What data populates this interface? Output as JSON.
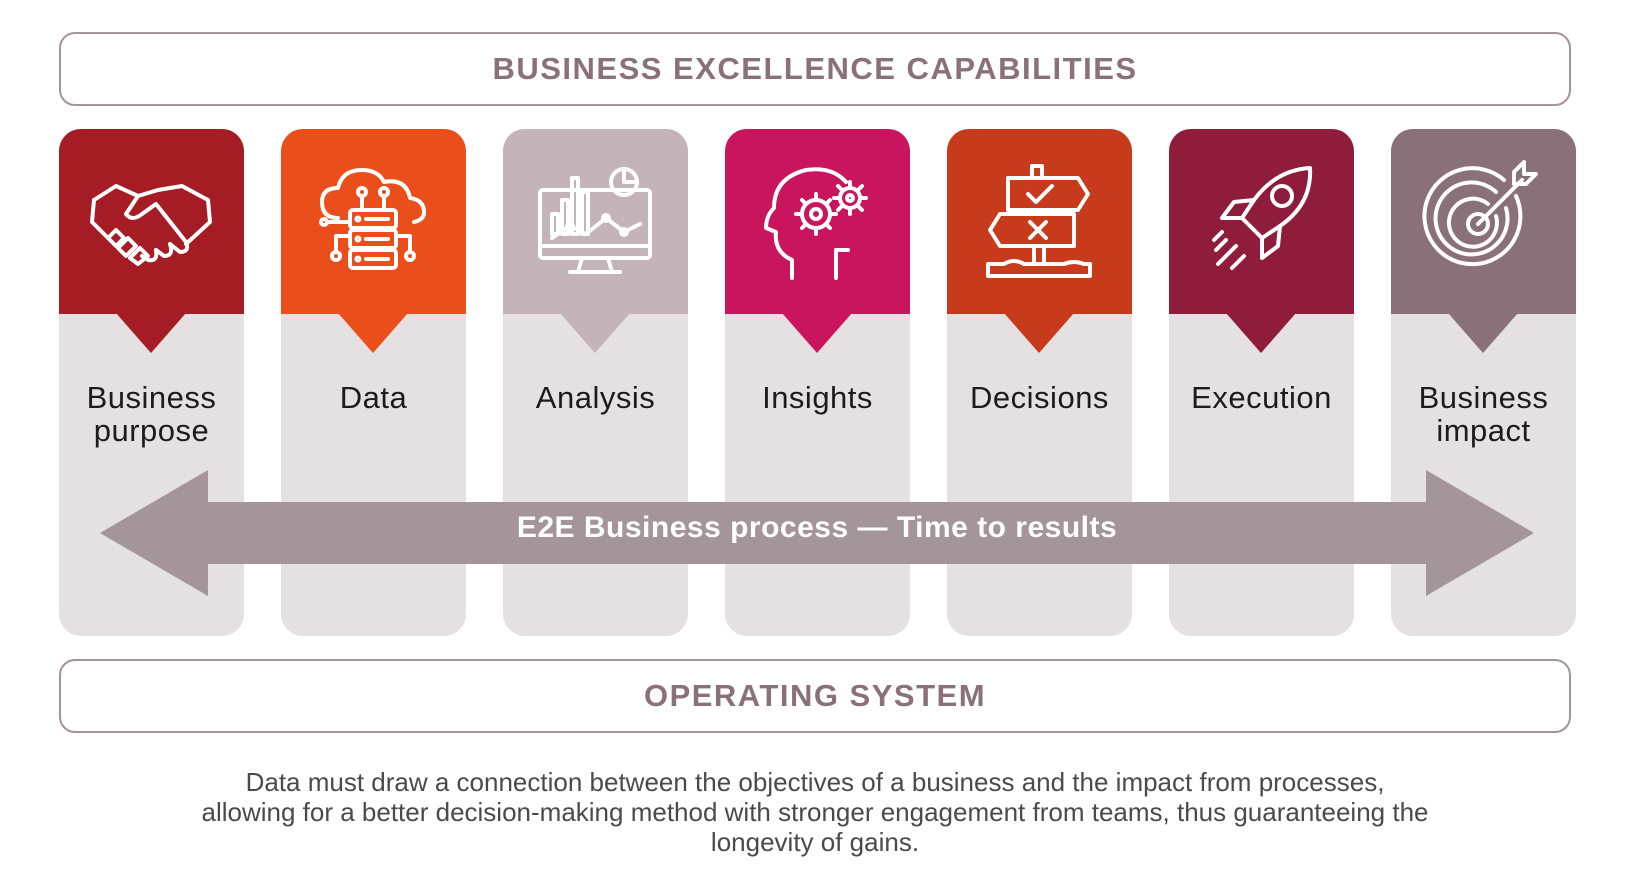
{
  "top_banner": "BUSINESS EXCELLENCE CAPABILITIES",
  "bottom_banner": "OPERATING SYSTEM",
  "arrow_label": "E2E Business process — Time to results",
  "caption": "Data must draw a connection between the objectives of a business and the impact from processes, allowing for a better decision-making method with stronger engagement from teams, thus guaranteeing the longevity of gains.",
  "capabilities": [
    {
      "label": "Business\npurpose",
      "icon": "handshake-icon",
      "color": "#a51c24"
    },
    {
      "label": "Data",
      "icon": "cloud-database-icon",
      "color": "#e94e1b"
    },
    {
      "label": "Analysis",
      "icon": "analytics-monitor-icon",
      "color": "#c4b3b9"
    },
    {
      "label": "Insights",
      "icon": "head-gears-icon",
      "color": "#c8155d"
    },
    {
      "label": "Decisions",
      "icon": "signpost-icon",
      "color": "#c73a1c"
    },
    {
      "label": "Execution",
      "icon": "rocket-icon",
      "color": "#8e1c3a"
    },
    {
      "label": "Business\nimpact",
      "icon": "target-icon",
      "color": "#8a7179"
    }
  ],
  "colors": {
    "banner_text": "#8a7179",
    "arrow": "#a39599",
    "column_bg": "#e5e0e1"
  }
}
